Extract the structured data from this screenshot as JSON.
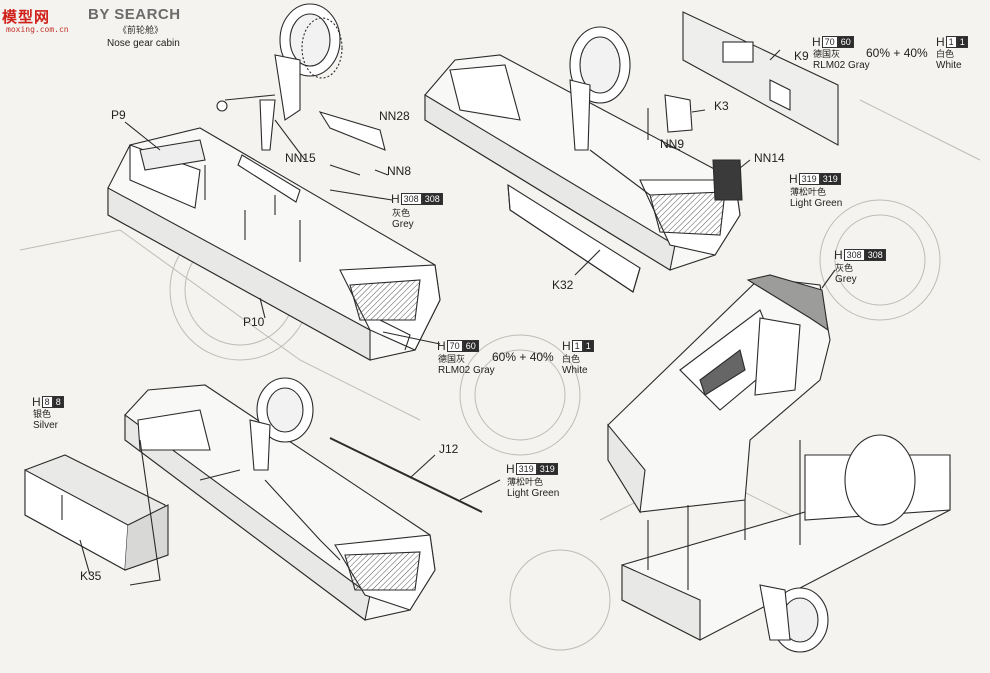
{
  "header": {
    "site_logo": "模型网",
    "site_logo_sub": "moxing.com.cn",
    "brand": "BY SEARCH",
    "title_cn": "《前轮舱》",
    "title_en": "Nose gear cabin"
  },
  "parts": {
    "p9": "P9",
    "nn28": "NN28",
    "nn15": "NN15",
    "nn8": "NN8",
    "p10": "P10",
    "k9": "K9",
    "k3": "K3",
    "nn9": "NN9",
    "nn14": "NN14",
    "k32": "K32",
    "j12": "J12",
    "k35": "K35"
  },
  "paints": {
    "grey_1": {
      "h": "H",
      "code1": "308",
      "code2": "308",
      "cn": "灰色",
      "en": "Grey"
    },
    "rlm02_1": {
      "h": "H",
      "code1": "70",
      "code2": "60",
      "cn": "德国灰",
      "en": "RLM02 Gray"
    },
    "white_1": {
      "h": "H",
      "code1": "1",
      "code2": "1",
      "cn": "白色",
      "en": "White",
      "mix": "60% + 40%"
    },
    "rlm02_2": {
      "h": "H",
      "code1": "70",
      "code2": "60",
      "cn": "德国灰",
      "en": "RLM02 Gray"
    },
    "white_2": {
      "h": "H",
      "code1": "1",
      "code2": "1",
      "cn": "白色",
      "en": "White",
      "mix": "60% + 40%"
    },
    "lgreen_1": {
      "h": "H",
      "code1": "319",
      "code2": "319",
      "cn": "薄松叶色",
      "en": "Light  Green"
    },
    "grey_2": {
      "h": "H",
      "code1": "308",
      "code2": "308",
      "cn": "灰色",
      "en": "Grey"
    },
    "silver": {
      "h": "H",
      "code1": "8",
      "code2": "8",
      "cn": "银色",
      "en": "Silver"
    },
    "lgreen_2": {
      "h": "H",
      "code1": "319",
      "code2": "319",
      "cn": "薄松叶色",
      "en": "Light  Green"
    }
  }
}
